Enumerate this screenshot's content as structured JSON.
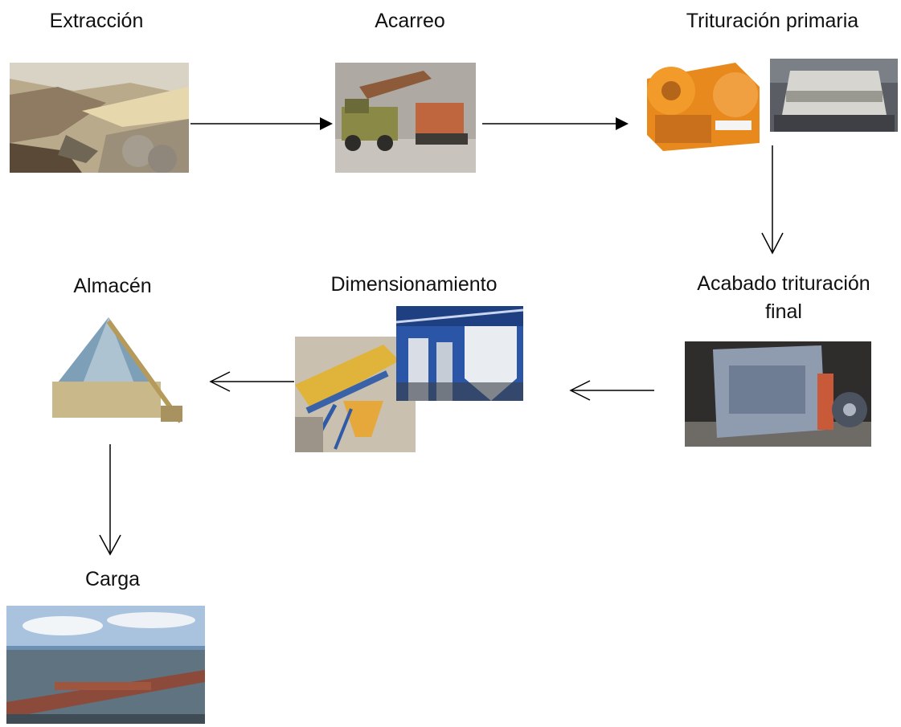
{
  "steps": {
    "extraccion": "Extracción",
    "acarreo": "Acarreo",
    "trituracion_primaria": "Trituración primaria",
    "acabado_line1": "Acabado trituración",
    "acabado_line2": "final",
    "dimensionamiento": "Dimensionamiento",
    "almacen": "Almacén",
    "carga": "Carga"
  },
  "photos": {
    "extraccion": "quarry-extraction-photo",
    "acarreo": "excavator-loading-truck-photo",
    "trituracion_primaria_a": "jaw-crusher-photo",
    "trituracion_primaria_b": "cone-crusher-photo",
    "acabado": "impact-crusher-photo",
    "dimensionamiento_a": "vibrating-screen-photo",
    "dimensionamiento_b": "silo-plant-photo",
    "almacen": "storage-dome-photo",
    "carga": "ship-loading-pier-photo"
  },
  "colors": {
    "arrow": "#000000"
  }
}
